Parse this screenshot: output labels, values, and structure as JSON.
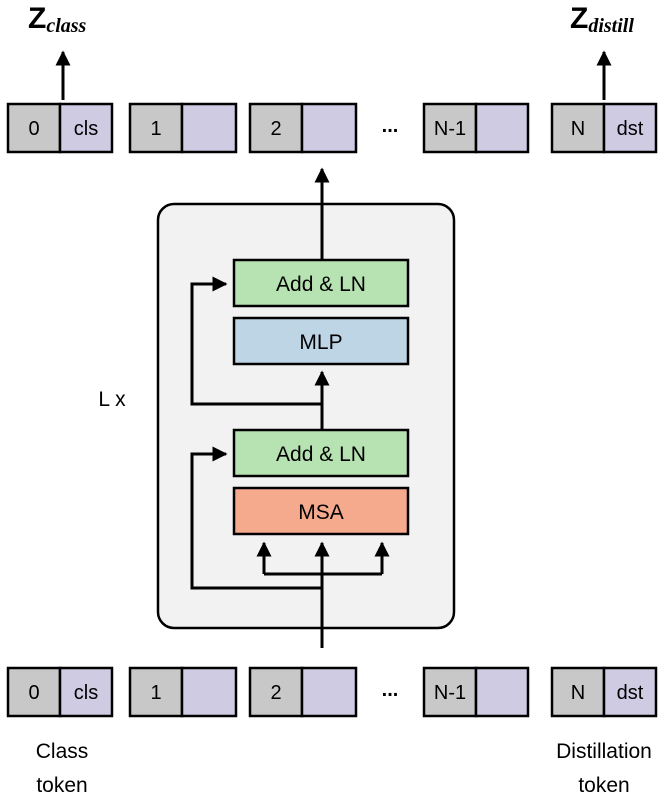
{
  "top_tokens": [
    {
      "index": "0",
      "tag": "cls"
    },
    {
      "index": "1",
      "tag": ""
    },
    {
      "index": "2",
      "tag": ""
    },
    {
      "index": "N-1",
      "tag": ""
    },
    {
      "index": "N",
      "tag": "dst"
    }
  ],
  "bottom_tokens": [
    {
      "index": "0",
      "tag": "cls"
    },
    {
      "index": "1",
      "tag": ""
    },
    {
      "index": "2",
      "tag": ""
    },
    {
      "index": "N-1",
      "tag": ""
    },
    {
      "index": "N",
      "tag": "dst"
    }
  ],
  "ellipsis": "...",
  "outputs": {
    "class_main": "Z",
    "class_sub": "class",
    "distill_main": "Z",
    "distill_sub": "distill"
  },
  "block": {
    "repeat_label": "L x",
    "add_ln_top": "Add & LN",
    "mlp": "MLP",
    "add_ln_bottom": "Add & LN",
    "msa": "MSA"
  },
  "captions": {
    "class_line1": "Class",
    "class_line2": "token",
    "distill_line1": "Distillation",
    "distill_line2": "token"
  },
  "colors": {
    "index_fill": "#c8c8c8",
    "tag_fill": "#cfcbe3",
    "add_ln_fill": "#b7e2b1",
    "mlp_fill": "#bed5e6",
    "msa_fill": "#f5a98d",
    "panel_fill": "#f2f2f2"
  }
}
